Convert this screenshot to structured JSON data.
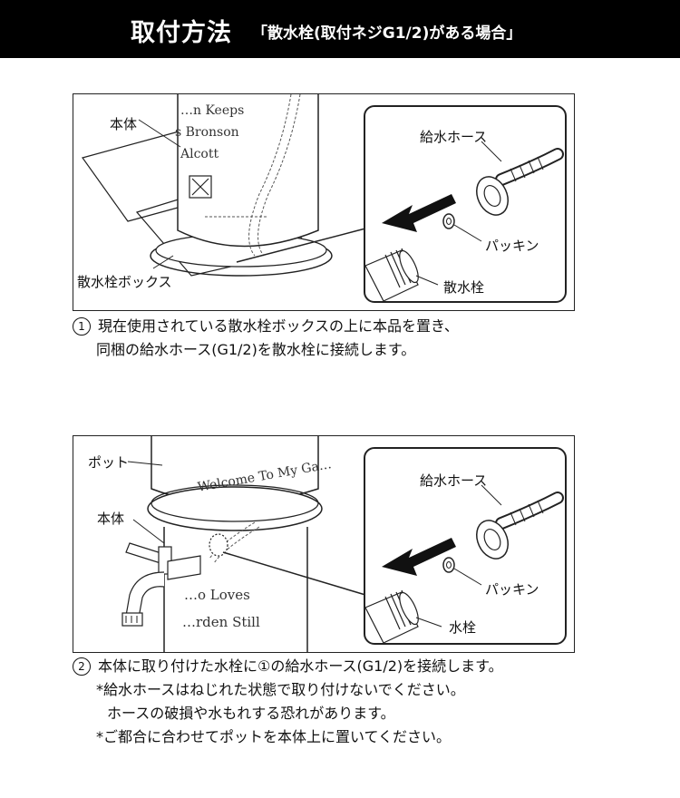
{
  "header": {
    "title_main": "取付方法",
    "title_sub": "「散水栓(取付ネジG1/2)がある場合」"
  },
  "panel1": {
    "label_body": "本体",
    "label_box": "散水栓ボックス",
    "engraving": [
      "…n Keeps",
      "s Bronson",
      "Alcott"
    ],
    "inset": {
      "label_hose": "給水ホース",
      "label_packing": "パッキン",
      "label_faucet": "散水栓"
    }
  },
  "panel2": {
    "label_pot": "ポット",
    "label_body": "本体",
    "engraving": [
      "Welcome To My Ga…",
      "…o Loves",
      "…rden Still"
    ],
    "inset": {
      "label_hose": "給水ホース",
      "label_packing": "パッキン",
      "label_faucet": "水栓"
    }
  },
  "step1": {
    "number": "1",
    "line1": "現在使用されている散水栓ボックスの上に本品を置き、",
    "line2": "同梱の給水ホース(G1/2)を散水栓に接続します。"
  },
  "step2": {
    "number": "2",
    "line1": "本体に取り付けた水栓に①の給水ホース(G1/2)を接続します。",
    "note1": "*給水ホースはねじれた状態で取り付けないでください。",
    "note1b": "ホースの破損や水もれする恐れがあります。",
    "note2": "*ご都合に合わせてポットを本体上に置いてください。"
  }
}
